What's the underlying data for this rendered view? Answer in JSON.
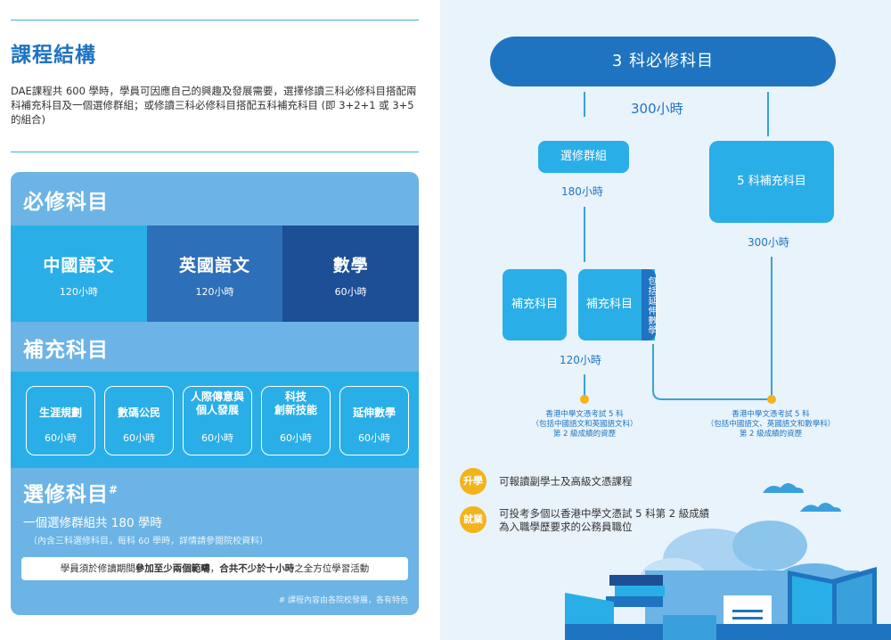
{
  "left": {
    "title": "課程結構",
    "intro": "DAE課程共 600 學時，學員可因應自己的興趣及發展需要，選擇修讀三科必修科目搭配兩科補充科目及一個選修群組；或修讀三科必修科目搭配五科補充科目 (即 3+2+1 或 3+5 的組合)",
    "core": {
      "heading": "必修科目",
      "subjects": [
        {
          "name": "中國語文",
          "hours": "120小時",
          "color": "#2aaee7"
        },
        {
          "name": "英國語文",
          "hours": "120小時",
          "color": "#2d6fb8"
        },
        {
          "name": "數學",
          "hours": "60小時",
          "color": "#1d4f96"
        }
      ]
    },
    "supplementary": {
      "heading": "補充科目",
      "subjects": [
        {
          "name": "生涯規劃",
          "hours": "60小時"
        },
        {
          "name": "數碼公民",
          "hours": "60小時"
        },
        {
          "name_line1": "人際傳意與",
          "name_line2": "個人發展",
          "hours": "60小時"
        },
        {
          "name_line1": "科技",
          "name_line2": "創新技能",
          "hours": "60小時"
        },
        {
          "name": "延伸數學",
          "hours": "60小時"
        }
      ]
    },
    "elective": {
      "heading": "選修科目",
      "mark": "#",
      "line1": "一個選修群組共 180 學時",
      "line2": "（內含三科選修科目，每科 60 學時，詳情請參閱院校資料）",
      "activity_pre": "學員須於修讀期間",
      "activity_bold1": "參加至少兩個範疇",
      "activity_mid": "，",
      "activity_bold2": "合共不少於十小時",
      "activity_post": "之全方位學習活動",
      "footnote": "# 課程內容由各院校發展，各有特色"
    }
  },
  "right": {
    "top_label": "3 科必修科目",
    "top_hours": "300小時",
    "elective_group": "選修群組",
    "elective_hours": "180小時",
    "five_supp": "5 科補充科目",
    "five_supp_hours": "300小時",
    "supp_a": "補充科目",
    "supp_b": "補充科目",
    "supp_vertical": "包括延伸數學",
    "supp_hours": "120小時",
    "result_left": [
      "香港中學文憑考試 5 科",
      "（包括中國語文和英國語文科）",
      "第 2 級成績的資歷"
    ],
    "result_right": [
      "香港中學文憑考試 5 科",
      "（包括中國語文、英國語文和數學科）",
      "第 2 級成績的資歷"
    ],
    "badge1": "升學",
    "badge1_text": "可報讀副學士及高級文憑課程",
    "badge2": "就業",
    "badge2_text_1": "可投考多個以香港中學文憑試 5 科第 2 級成績",
    "badge2_text_2": "為入職學歷要求的公務員職位"
  },
  "colors": {
    "accent_blue": "#1f74c1",
    "sky_blue": "#2aaee7",
    "light_blue": "#6bb4e5",
    "yellow": "#f3b31b",
    "panel_bg": "#e9f3fb"
  }
}
